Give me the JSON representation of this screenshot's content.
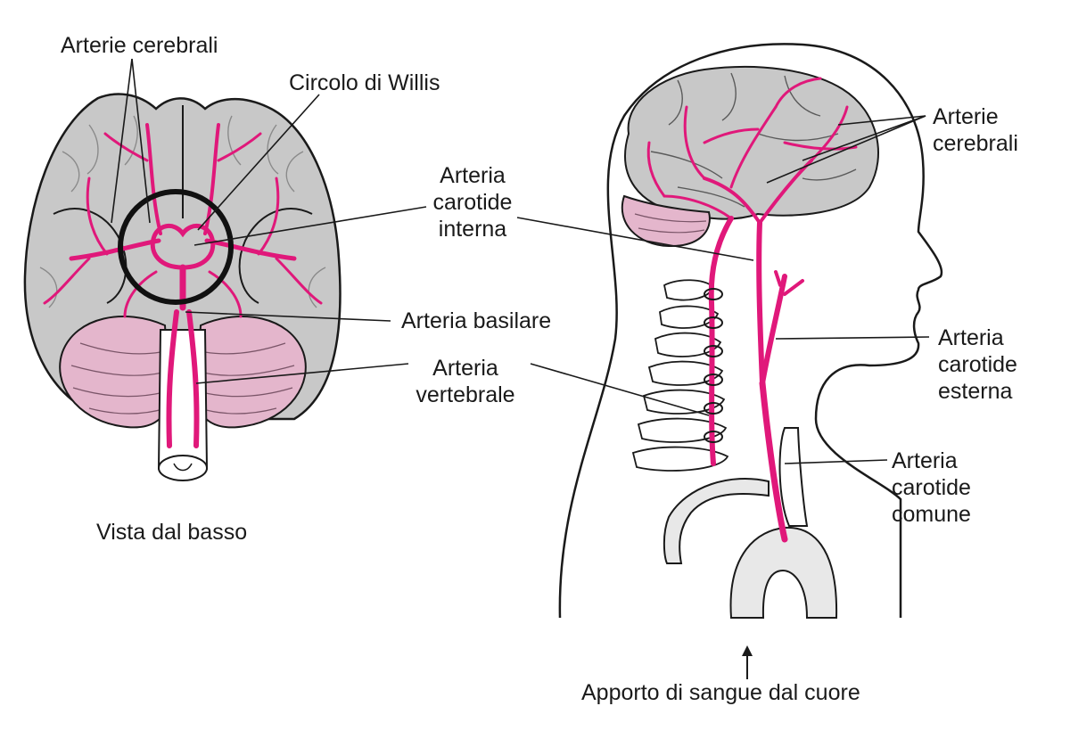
{
  "labels": {
    "left": {
      "cerebral_arteries": "Arterie cerebrali",
      "circle_of_willis": "Circolo di Willis",
      "basilar_artery": "Arteria basilare",
      "vertebral_artery": [
        "Arteria",
        "vertebrale"
      ],
      "bottom_view": "Vista dal basso"
    },
    "center": {
      "internal_carotid": [
        "Arteria",
        "carotide",
        "interna"
      ]
    },
    "right": {
      "cerebral_arteries": [
        "Arterie",
        "cerebrali"
      ],
      "external_carotid": [
        "Arteria",
        "carotide",
        "esterna"
      ],
      "common_carotid": [
        "Arteria",
        "carotide",
        "comune"
      ],
      "blood_supply": "Apporto di sangue dal cuore"
    }
  },
  "colors": {
    "artery": "#e0187a",
    "brain_gray": "#c8c8c8",
    "cerebellum_pink": "#e4b6cc",
    "outline": "#1a1a1a",
    "bone": "#ffffff"
  }
}
